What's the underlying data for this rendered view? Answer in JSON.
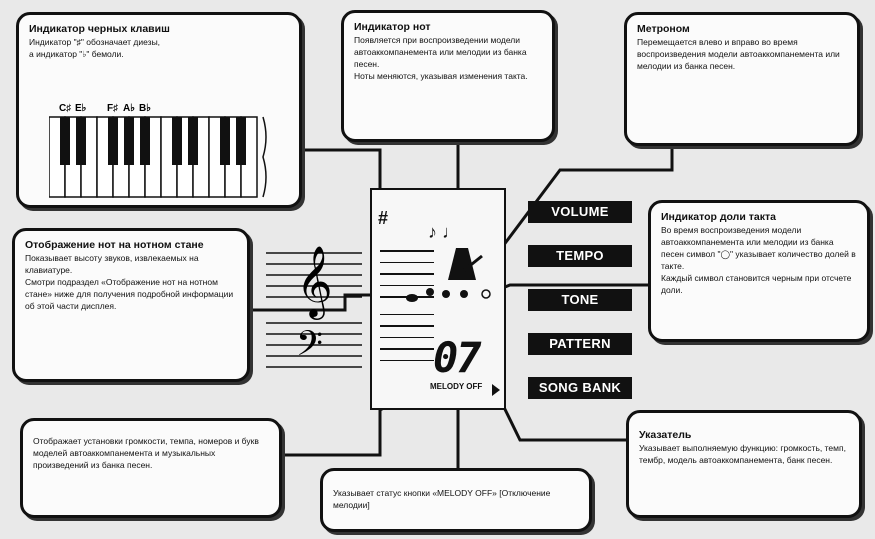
{
  "callouts": {
    "black_keys": {
      "title": "Индикатор черных клавиш",
      "body": "Индикатор \"♯\" обозначает диезы,\nа индикатор \"♭\" бемоли.",
      "key_labels": [
        "C♯",
        "E♭",
        "F♯",
        "A♭",
        "B♭"
      ]
    },
    "note_indicator": {
      "title": "Индикатор нот",
      "body": "Появляется при воспроизведении модели автоаккомпанемента или мелодии из банка песен.\nНоты меняются, указывая изменения такта."
    },
    "metronome": {
      "title": "Метроном",
      "body": "Перемещается влево и вправо во время воспроизведения модели автоаккомпанемента или мелодии из банка песен."
    },
    "staff_notes": {
      "title": "Отображение нот на нотном стане",
      "body": "Показывает высоту звуков, извлекаемых на клавиатуре.\nСмотри подраздел «Отображение нот на нотном стане» ниже для получения подробной информации об этой части дисплея."
    },
    "beat_indicator": {
      "title": "Индикатор доли такта",
      "body": "Во время воспроизведения модели автоаккомпанемента или мелодии из банка песен символ \"◯\" указывает количество долей в такте.\nКаждый символ становится черным при отсчете доли."
    },
    "settings": {
      "body": "Отображает установки громкости, темпа, номеров и букв моделей автоаккомпанемента и музыкальных произведений из банка песен."
    },
    "melody_off": {
      "body": "Указывает статус кнопки «MELODY OFF» [Отключение мелодии]"
    },
    "pointer": {
      "title": "Указатель",
      "body": "Указывает выполняемую функцию: громкость, темп, тембр, модель автоаккомпанемента, банк песен."
    }
  },
  "display": {
    "sharp_symbol": "#",
    "digits": "07",
    "melody_off_label": "MELODY OFF",
    "note_glyphs": "♪ ♩"
  },
  "function_labels": [
    "VOLUME",
    "TEMPO",
    "TONE",
    "PATTERN",
    "SONG BANK"
  ]
}
